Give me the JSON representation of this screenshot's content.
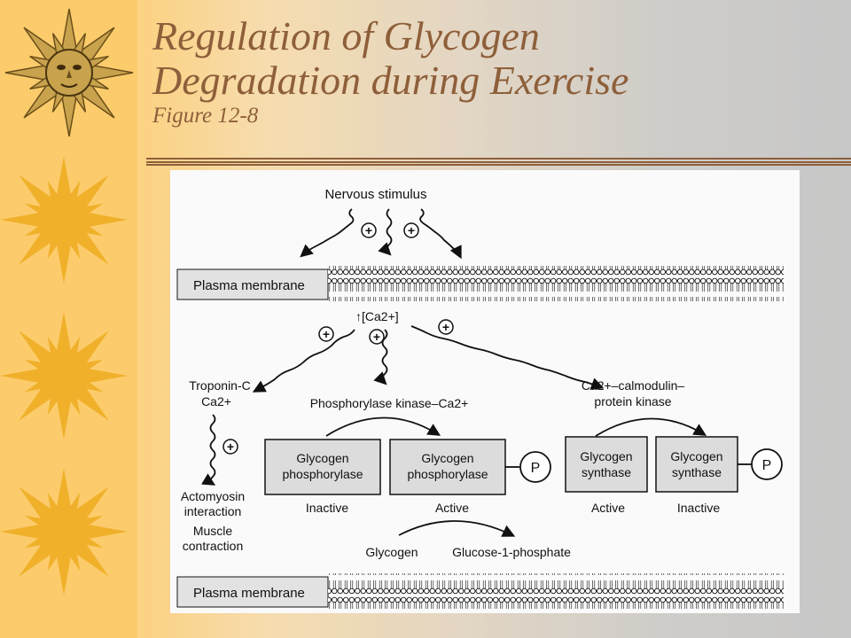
{
  "slide": {
    "title_line1": "Regulation of Glycogen",
    "title_line2": "Degradation during Exercise",
    "subtitle": "Figure 12-8"
  },
  "decor": {
    "icons": [
      "sun-face-icon",
      "sun-icon",
      "sun-icon",
      "sun-icon"
    ],
    "colors": {
      "left_band": "#fccc6c",
      "sun_face": "#c8a24c",
      "sun_plain": "#f0b02a",
      "title_text": "#8e5f3a"
    }
  },
  "diagram": {
    "nervous_stimulus": "Nervous stimulus",
    "plasma_membrane_top": "Plasma membrane",
    "plasma_membrane_bottom": "Plasma membrane",
    "calcium_signal": "↑[Ca2+]",
    "troponin_line1": "Troponin-C",
    "troponin_line2": "Ca2+",
    "actomyosin_line1": "Actomyosin",
    "actomyosin_line2": "interaction",
    "muscle_line1": "Muscle",
    "muscle_line2": "contraction",
    "phosphorylase_kinase": "Phosphorylase kinase–Ca2+",
    "calmodulin_line1": "Ca2+–calmodulin–",
    "calmodulin_line2": "protein kinase",
    "boxes": [
      {
        "line1": "Glycogen",
        "line2": "phosphorylase",
        "state": "Inactive"
      },
      {
        "line1": "Glycogen",
        "line2": "phosphorylase",
        "state": "Active"
      },
      {
        "line1": "Glycogen",
        "line2": "synthase",
        "state": "Active"
      },
      {
        "line1": "Glycogen",
        "line2": "synthase",
        "state": "Inactive"
      }
    ],
    "phosphate": "P",
    "plus": "+",
    "glycogen": "Glycogen",
    "glucose_1_phosphate": "Glucose-1-phosphate"
  }
}
